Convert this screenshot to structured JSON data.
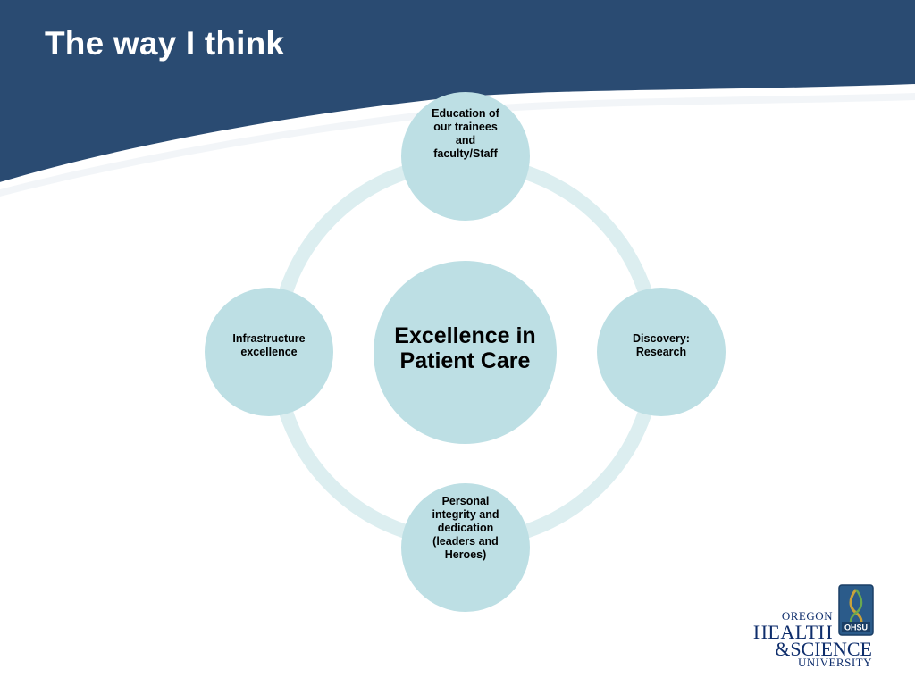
{
  "slide": {
    "title": "The way I think"
  },
  "colors": {
    "header": "#2a4b72",
    "header_stripe": "#ffffff",
    "node_fill": "#bddfe4",
    "ring": "#dceef0",
    "text": "#000000",
    "logo_blue": "#0f2e6c"
  },
  "diagram": {
    "center": {
      "label": "Excellence in Patient Care"
    },
    "nodes": [
      {
        "position": "top",
        "label": "Education of our trainees and faculty/Staff"
      },
      {
        "position": "right",
        "label": "Discovery: Research"
      },
      {
        "position": "bottom",
        "label": "Personal integrity and dedication (leaders and Heroes)"
      },
      {
        "position": "left",
        "label": "Infrastructure excellence"
      }
    ]
  },
  "logo": {
    "emblem_text": "OHSU",
    "line1": "OREGON",
    "line2": "HEALTH",
    "line3": "&SCIENCE",
    "line4": "UNIVERSITY"
  }
}
